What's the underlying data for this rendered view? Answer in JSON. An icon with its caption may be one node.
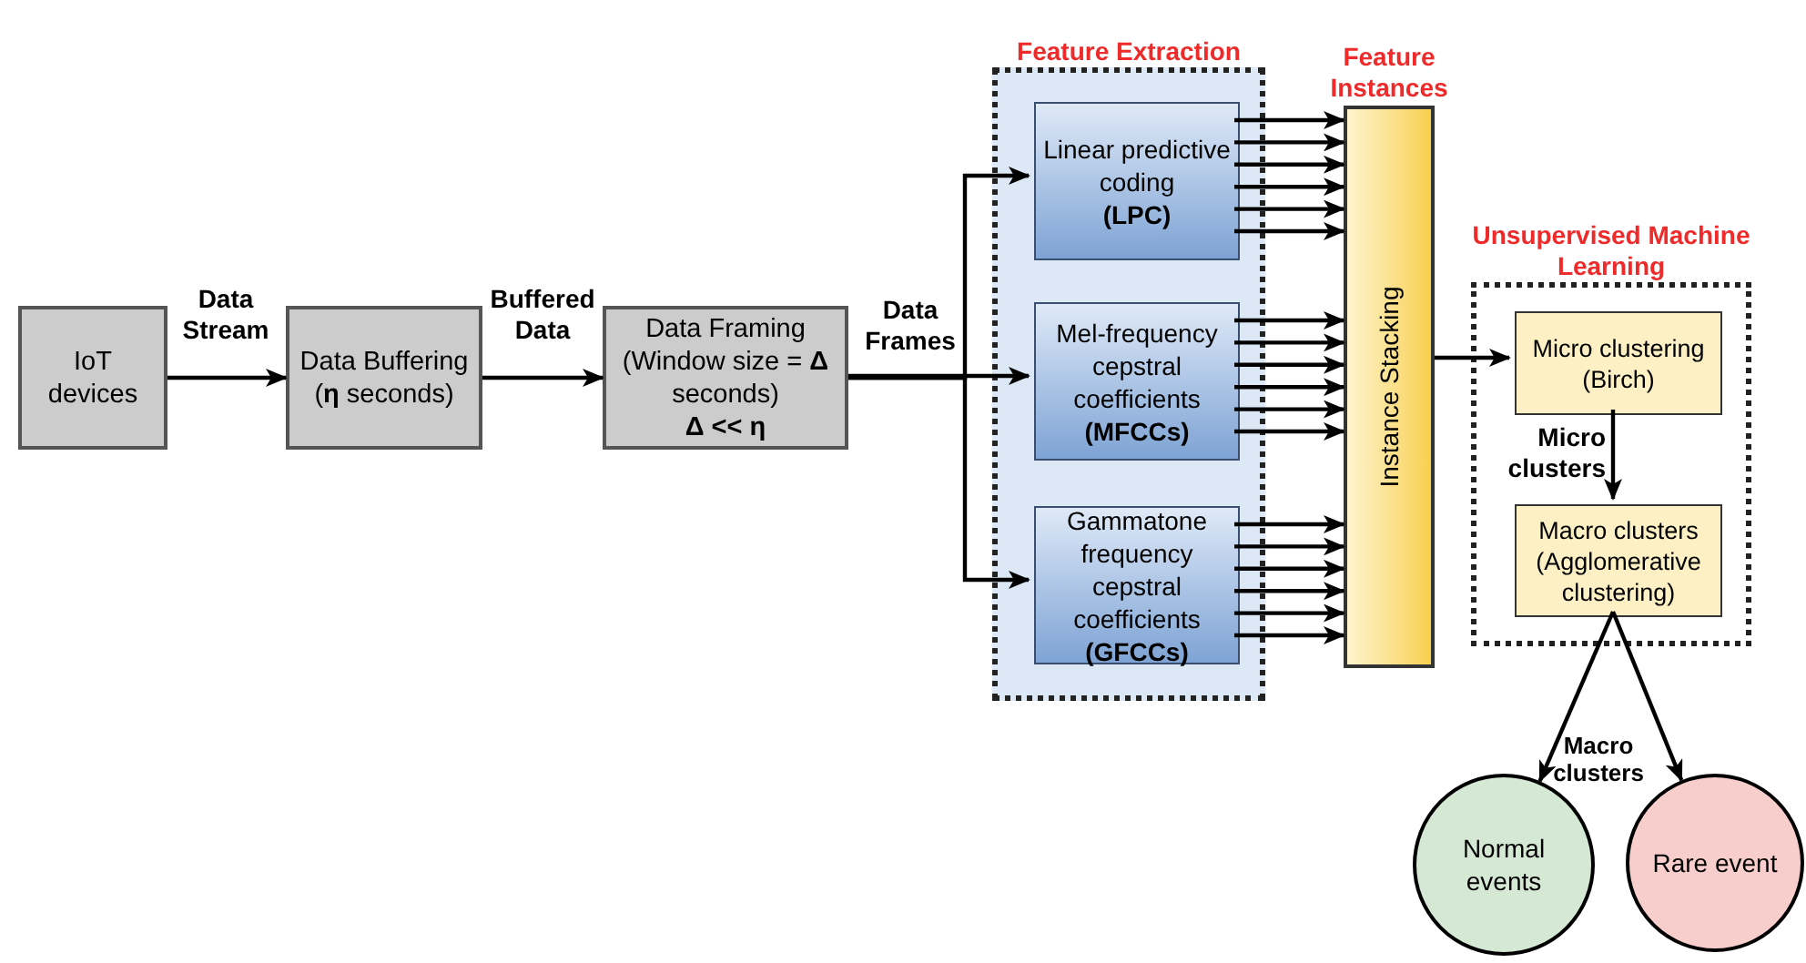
{
  "diagram": {
    "nodes": [
      {
        "text": [
          "IoT devices"
        ]
      },
      {
        "text": [
          "Data Buffering (**η** seconds)"
        ]
      },
      {
        "text": [
          "Data  Framing (Window size = **Δ** seconds)",
          "Δ  << η"
        ]
      },
      {
        "text": [
          "Feature Extraction"
        ]
      },
      {
        "text": [
          "Linear predictive coding",
          "(LPC)"
        ],
        "in": 3
      },
      {
        "text": [
          "Mel-frequency cepstral coefficients",
          "(MFCCs)"
        ],
        "in": 3
      },
      {
        "text": [
          "Gammatone frequency cepstral coefficients",
          "(GFCCs)"
        ],
        "in": 3
      },
      {
        "text": [
          "Feature Instances",
          "Instance Stacking"
        ]
      },
      {
        "text": [
          "Unsupervised Machine Learning"
        ]
      },
      {
        "text": [
          "Micro clustering (Birch)"
        ],
        "in": 8
      },
      {
        "text": [
          "Macro clusters (Agglomerative clustering)"
        ],
        "in": 8
      },
      {
        "text": [
          "Normal events"
        ]
      },
      {
        "text": [
          "Rare event"
        ]
      }
    ],
    "edges": [
      {
        "from": 0,
        "to": 1,
        "arrow": "to",
        "label": "Data Stream"
      },
      {
        "from": 1,
        "to": 2,
        "arrow": "to",
        "label": "Buffered Data"
      },
      {
        "from": 2,
        "to": 4,
        "arrow": "to"
      },
      {
        "from": 2,
        "to": 5,
        "arrow": "to",
        "label": "Data Frames"
      },
      {
        "from": 2,
        "to": 6,
        "arrow": "to"
      },
      {
        "from": 4,
        "to": 7,
        "arrow": "to"
      },
      {
        "from": 4,
        "to": 7,
        "arrow": "to"
      },
      {
        "from": 4,
        "to": 7,
        "arrow": "to"
      },
      {
        "from": 4,
        "to": 7,
        "arrow": "to"
      },
      {
        "from": 4,
        "to": 7,
        "arrow": "to"
      },
      {
        "from": 4,
        "to": 7,
        "arrow": "to"
      },
      {
        "from": 5,
        "to": 7,
        "arrow": "to"
      },
      {
        "from": 5,
        "to": 7,
        "arrow": "to"
      },
      {
        "from": 5,
        "to": 7,
        "arrow": "to"
      },
      {
        "from": 5,
        "to": 7,
        "arrow": "to"
      },
      {
        "from": 5,
        "to": 7,
        "arrow": "to"
      },
      {
        "from": 5,
        "to": 7,
        "arrow": "to"
      },
      {
        "from": 6,
        "to": 7,
        "arrow": "to"
      },
      {
        "from": 6,
        "to": 7,
        "arrow": "to"
      },
      {
        "from": 6,
        "to": 7,
        "arrow": "to"
      },
      {
        "from": 6,
        "to": 7,
        "arrow": "to"
      },
      {
        "from": 6,
        "to": 7,
        "arrow": "to"
      },
      {
        "from": 6,
        "to": 7,
        "arrow": "to"
      },
      {
        "from": 7,
        "to": 9,
        "arrow": "to"
      },
      {
        "from": 9,
        "to": 10,
        "arrow": "to",
        "label": "Micro clusters"
      },
      {
        "from": 10,
        "to": 11,
        "arrow": "to",
        "label": "Macro clusters"
      },
      {
        "from": 10,
        "to": 12,
        "arrow": "to"
      }
    ]
  }
}
